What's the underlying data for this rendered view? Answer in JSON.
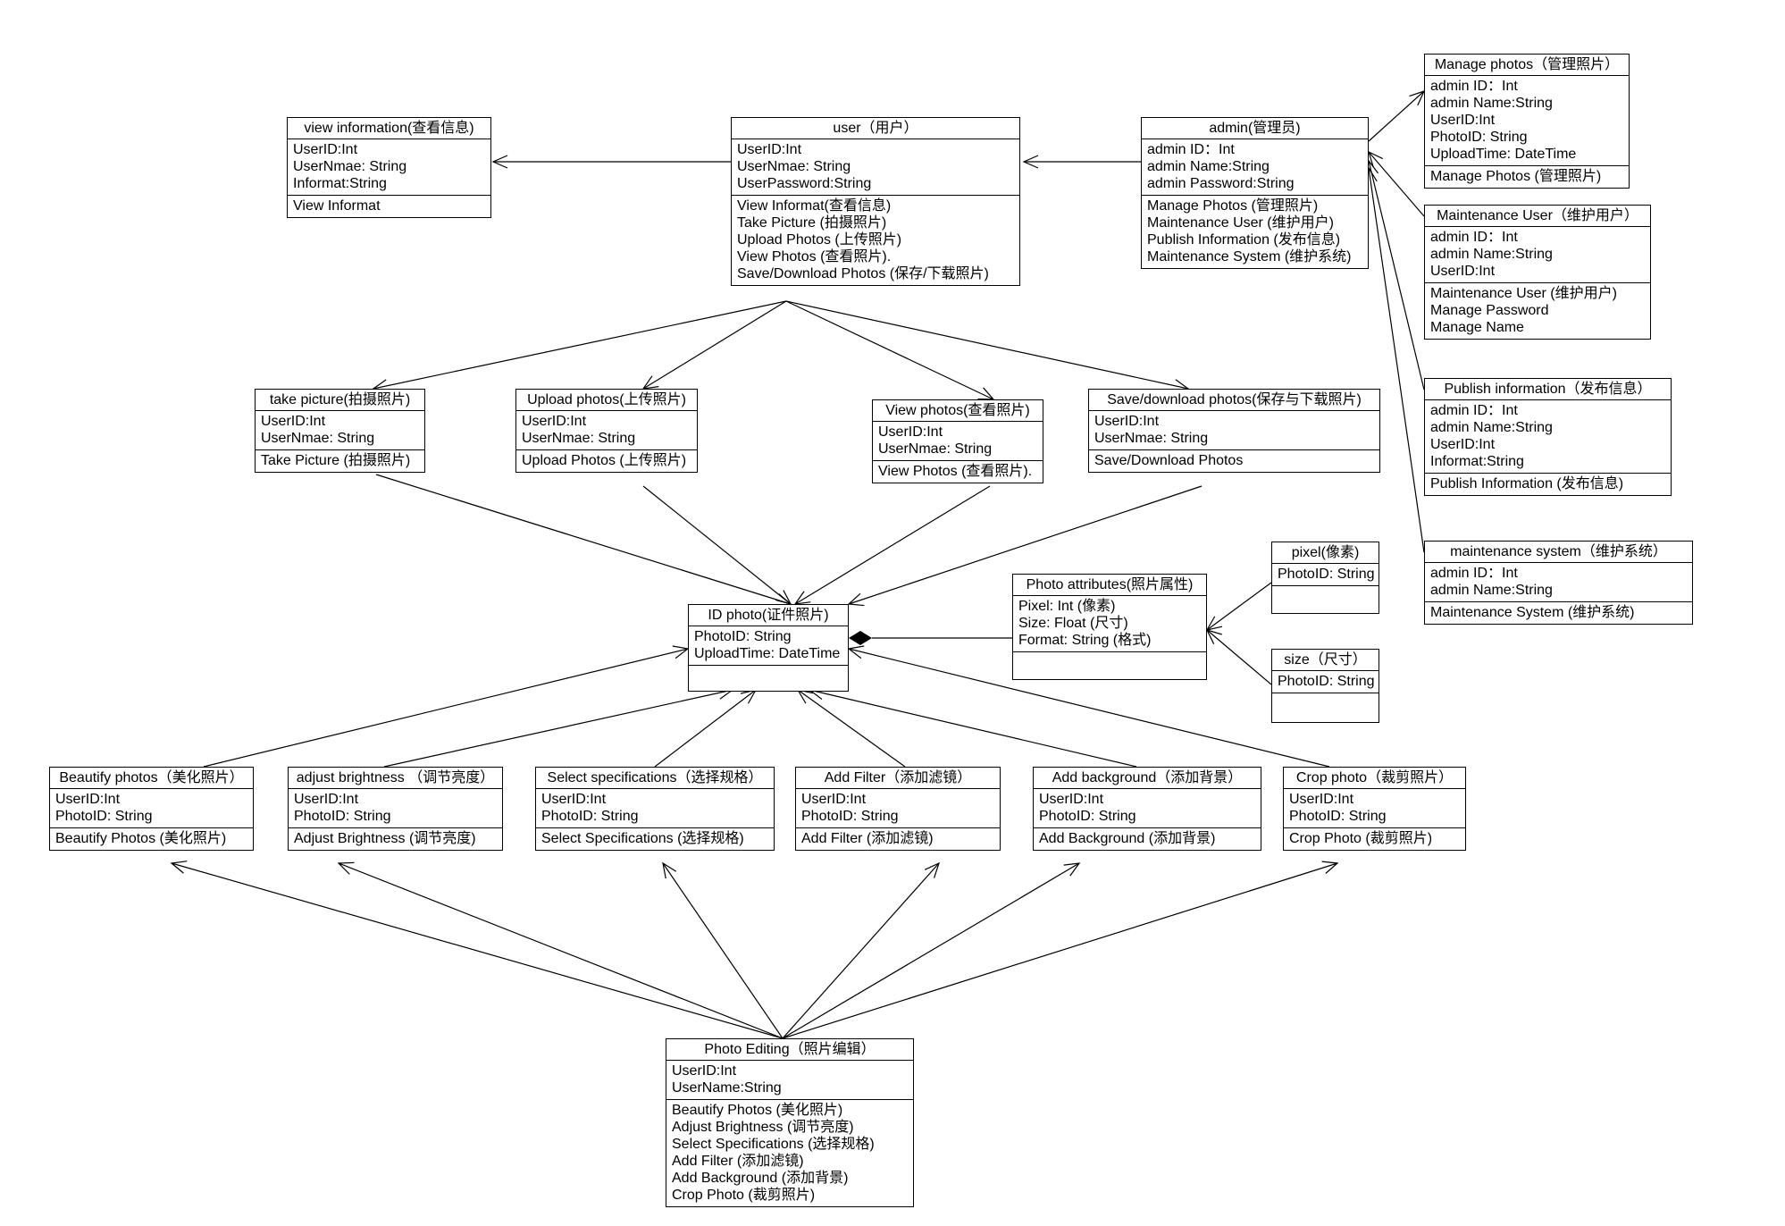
{
  "classes": {
    "view_information": {
      "title": "view information(查看信息)",
      "attributes": [
        "UserID:Int",
        "UserNmae: String",
        "Informat:String"
      ],
      "methods": [
        "View Informat"
      ]
    },
    "user": {
      "title": "user（用户）",
      "attributes": [
        "UserID:Int",
        "UserNmae: String",
        "UserPassword:String"
      ],
      "methods": [
        "View Informat(查看信息)",
        "Take Picture (拍摄照片)",
        "Upload Photos (上传照片)",
        "View Photos (查看照片).",
        "Save/Download Photos (保存/下载照片)"
      ]
    },
    "admin": {
      "title": "admin(管理员)",
      "attributes": [
        "admin ID：Int",
        "admin Name:String",
        "admin Password:String"
      ],
      "methods": [
        "Manage Photos (管理照片)",
        "Maintenance User (维护用户)",
        "Publish Information (发布信息)",
        "Maintenance System (维护系统)"
      ]
    },
    "manage_photos": {
      "title": "Manage photos（管理照片）",
      "attributes": [
        "admin ID：Int",
        "admin Name:String",
        "UserID:Int",
        "PhotoID: String",
        "UploadTime: DateTime"
      ],
      "methods": [
        "Manage Photos (管理照片)"
      ]
    },
    "maintenance_user": {
      "title": "Maintenance User（维护用户）",
      "attributes": [
        "admin ID：Int",
        "admin Name:String",
        "UserID:Int"
      ],
      "methods": [
        "Maintenance User (维护用户)",
        "Manage Password",
        "Manage Name"
      ]
    },
    "publish_information": {
      "title": "Publish information（发布信息）",
      "attributes": [
        "admin ID：Int",
        "admin Name:String",
        "UserID:Int",
        "Informat:String"
      ],
      "methods": [
        "Publish Information (发布信息)"
      ]
    },
    "maintenance_system": {
      "title": "maintenance system（维护系统）",
      "attributes": [
        "admin ID：Int",
        "admin Name:String"
      ],
      "methods": [
        "Maintenance System (维护系统)"
      ]
    },
    "take_picture": {
      "title": "take picture(拍摄照片)",
      "attributes": [
        "UserID:Int",
        "UserNmae: String"
      ],
      "methods": [
        "Take Picture (拍摄照片)"
      ]
    },
    "upload_photos": {
      "title": "Upload photos(上传照片)",
      "attributes": [
        "UserID:Int",
        "UserNmae: String"
      ],
      "methods": [
        "Upload Photos (上传照片)"
      ]
    },
    "view_photos": {
      "title": "View photos(查看照片)",
      "attributes": [
        "UserID:Int",
        "UserNmae: String"
      ],
      "methods": [
        "View Photos (查看照片)."
      ]
    },
    "save_download": {
      "title": "Save/download photos(保存与下载照片)",
      "attributes": [
        "UserID:Int",
        "UserNmae: String"
      ],
      "methods": [
        "Save/Download Photos"
      ]
    },
    "id_photo": {
      "title": "ID photo(证件照片)",
      "attributes": [
        "PhotoID: String",
        "UploadTime: DateTime"
      ],
      "methods": []
    },
    "photo_attributes": {
      "title": "Photo attributes(照片属性)",
      "attributes": [
        "Pixel: Int (像素)",
        "Size: Float (尺寸)",
        "Format: String (格式)"
      ],
      "methods": []
    },
    "pixel": {
      "title": "pixel(像素)",
      "attributes": [
        "PhotoID: String"
      ],
      "methods": []
    },
    "size": {
      "title": "size（尺寸）",
      "attributes": [
        "PhotoID: String"
      ],
      "methods": []
    },
    "beautify": {
      "title": "Beautify photos（美化照片）",
      "attributes": [
        "UserID:Int",
        "PhotoID: String"
      ],
      "methods": [
        "Beautify Photos (美化照片)"
      ]
    },
    "brightness": {
      "title": "adjust brightness （调节亮度）",
      "attributes": [
        "UserID:Int",
        "PhotoID: String"
      ],
      "methods": [
        "Adjust Brightness (调节亮度)"
      ]
    },
    "specifications": {
      "title": "Select specifications（选择规格）",
      "attributes": [
        "UserID:Int",
        "PhotoID: String"
      ],
      "methods": [
        "Select Specifications (选择规格)"
      ]
    },
    "filter": {
      "title": "Add Filter（添加滤镜）",
      "attributes": [
        "UserID:Int",
        "PhotoID: String"
      ],
      "methods": [
        "Add Filter (添加滤镜)"
      ]
    },
    "background": {
      "title": "Add background（添加背景）",
      "attributes": [
        "UserID:Int",
        "PhotoID: String"
      ],
      "methods": [
        "Add Background (添加背景)"
      ]
    },
    "crop": {
      "title": "Crop photo（裁剪照片）",
      "attributes": [
        "UserID:Int",
        "PhotoID: String"
      ],
      "methods": [
        "Crop Photo (裁剪照片)"
      ]
    },
    "photo_editing": {
      "title": "Photo Editing（照片编辑）",
      "attributes": [
        "UserID:Int",
        "UserName:String"
      ],
      "methods": [
        "Beautify Photos (美化照片)",
        "Adjust Brightness (调节亮度)",
        "Select Specifications (选择规格)",
        "Add Filter (添加滤镜)",
        "Add Background (添加背景)",
        "Crop Photo (裁剪照片)"
      ]
    }
  },
  "relations": [
    {
      "from": "user",
      "to": "view_information",
      "type": "association"
    },
    {
      "from": "admin",
      "to": "user",
      "type": "association"
    },
    {
      "from": "admin",
      "to": "manage_photos",
      "type": "association"
    },
    {
      "from": "maintenance_user",
      "to": "admin",
      "type": "association"
    },
    {
      "from": "publish_information",
      "to": "admin",
      "type": "association"
    },
    {
      "from": "maintenance_system",
      "to": "admin",
      "type": "association"
    },
    {
      "from": "user",
      "to": "take_picture",
      "type": "association"
    },
    {
      "from": "user",
      "to": "upload_photos",
      "type": "association"
    },
    {
      "from": "user",
      "to": "view_photos",
      "type": "association"
    },
    {
      "from": "user",
      "to": "save_download",
      "type": "association"
    },
    {
      "from": "take_picture",
      "to": "id_photo",
      "type": "association"
    },
    {
      "from": "upload_photos",
      "to": "id_photo",
      "type": "association"
    },
    {
      "from": "view_photos",
      "to": "id_photo",
      "type": "association"
    },
    {
      "from": "save_download",
      "to": "id_photo",
      "type": "association"
    },
    {
      "from": "photo_attributes",
      "to": "id_photo",
      "type": "composition"
    },
    {
      "from": "pixel",
      "to": "photo_attributes",
      "type": "association"
    },
    {
      "from": "size",
      "to": "photo_attributes",
      "type": "association"
    },
    {
      "from": "beautify",
      "to": "id_photo",
      "type": "association"
    },
    {
      "from": "brightness",
      "to": "id_photo",
      "type": "association"
    },
    {
      "from": "specifications",
      "to": "id_photo",
      "type": "association"
    },
    {
      "from": "filter",
      "to": "id_photo",
      "type": "association"
    },
    {
      "from": "background",
      "to": "id_photo",
      "type": "association"
    },
    {
      "from": "crop",
      "to": "id_photo",
      "type": "association"
    },
    {
      "from": "photo_editing",
      "to": "beautify",
      "type": "association"
    },
    {
      "from": "photo_editing",
      "to": "brightness",
      "type": "association"
    },
    {
      "from": "photo_editing",
      "to": "specifications",
      "type": "association"
    },
    {
      "from": "photo_editing",
      "to": "filter",
      "type": "association"
    },
    {
      "from": "photo_editing",
      "to": "background",
      "type": "association"
    },
    {
      "from": "photo_editing",
      "to": "crop",
      "type": "association"
    }
  ]
}
